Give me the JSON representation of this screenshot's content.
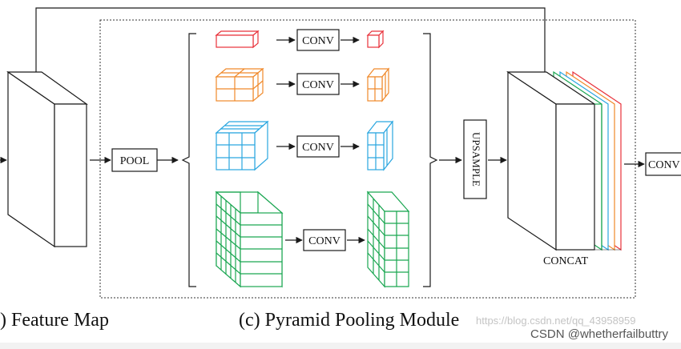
{
  "labels": {
    "pool": "POOL",
    "conv": "CONV",
    "upsample": "UPSAMPLE",
    "concat": "CONCAT",
    "conv_out": "CONV",
    "feature_map": ") Feature Map",
    "ppm": "(c) Pyramid Pooling Module"
  },
  "watermark": {
    "faint": "https://blog.csdn.net/qq_43958959",
    "main": "CSDN @whetherfailbuttry"
  },
  "colors": {
    "line": "#1a1a1a",
    "red": "#e8313a",
    "orange": "#f0892a",
    "blue": "#2aa6e0",
    "green": "#1aa651"
  }
}
